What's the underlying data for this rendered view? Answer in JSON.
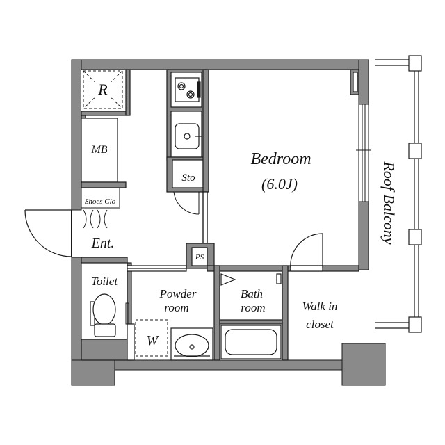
{
  "rooms": {
    "bedroom": {
      "name": "Bedroom",
      "size": "(6.0J)"
    },
    "refrigerator": "R",
    "meter_box": "MB",
    "storage": "Sto",
    "shoes_closet": "Shoes Clo",
    "entrance": "Ent.",
    "pipe_space": "PS",
    "toilet": "Toilet",
    "powder_room": [
      "Powder",
      "room"
    ],
    "washer": "W",
    "bath_room": [
      "Bath",
      "room"
    ],
    "walk_in_closet": [
      "Walk in",
      "closet"
    ],
    "roof_balcony": "Roof Balcony"
  },
  "colors": {
    "wall": "#8a8a8a",
    "line": "#1a1a1a",
    "background": "#ffffff"
  }
}
